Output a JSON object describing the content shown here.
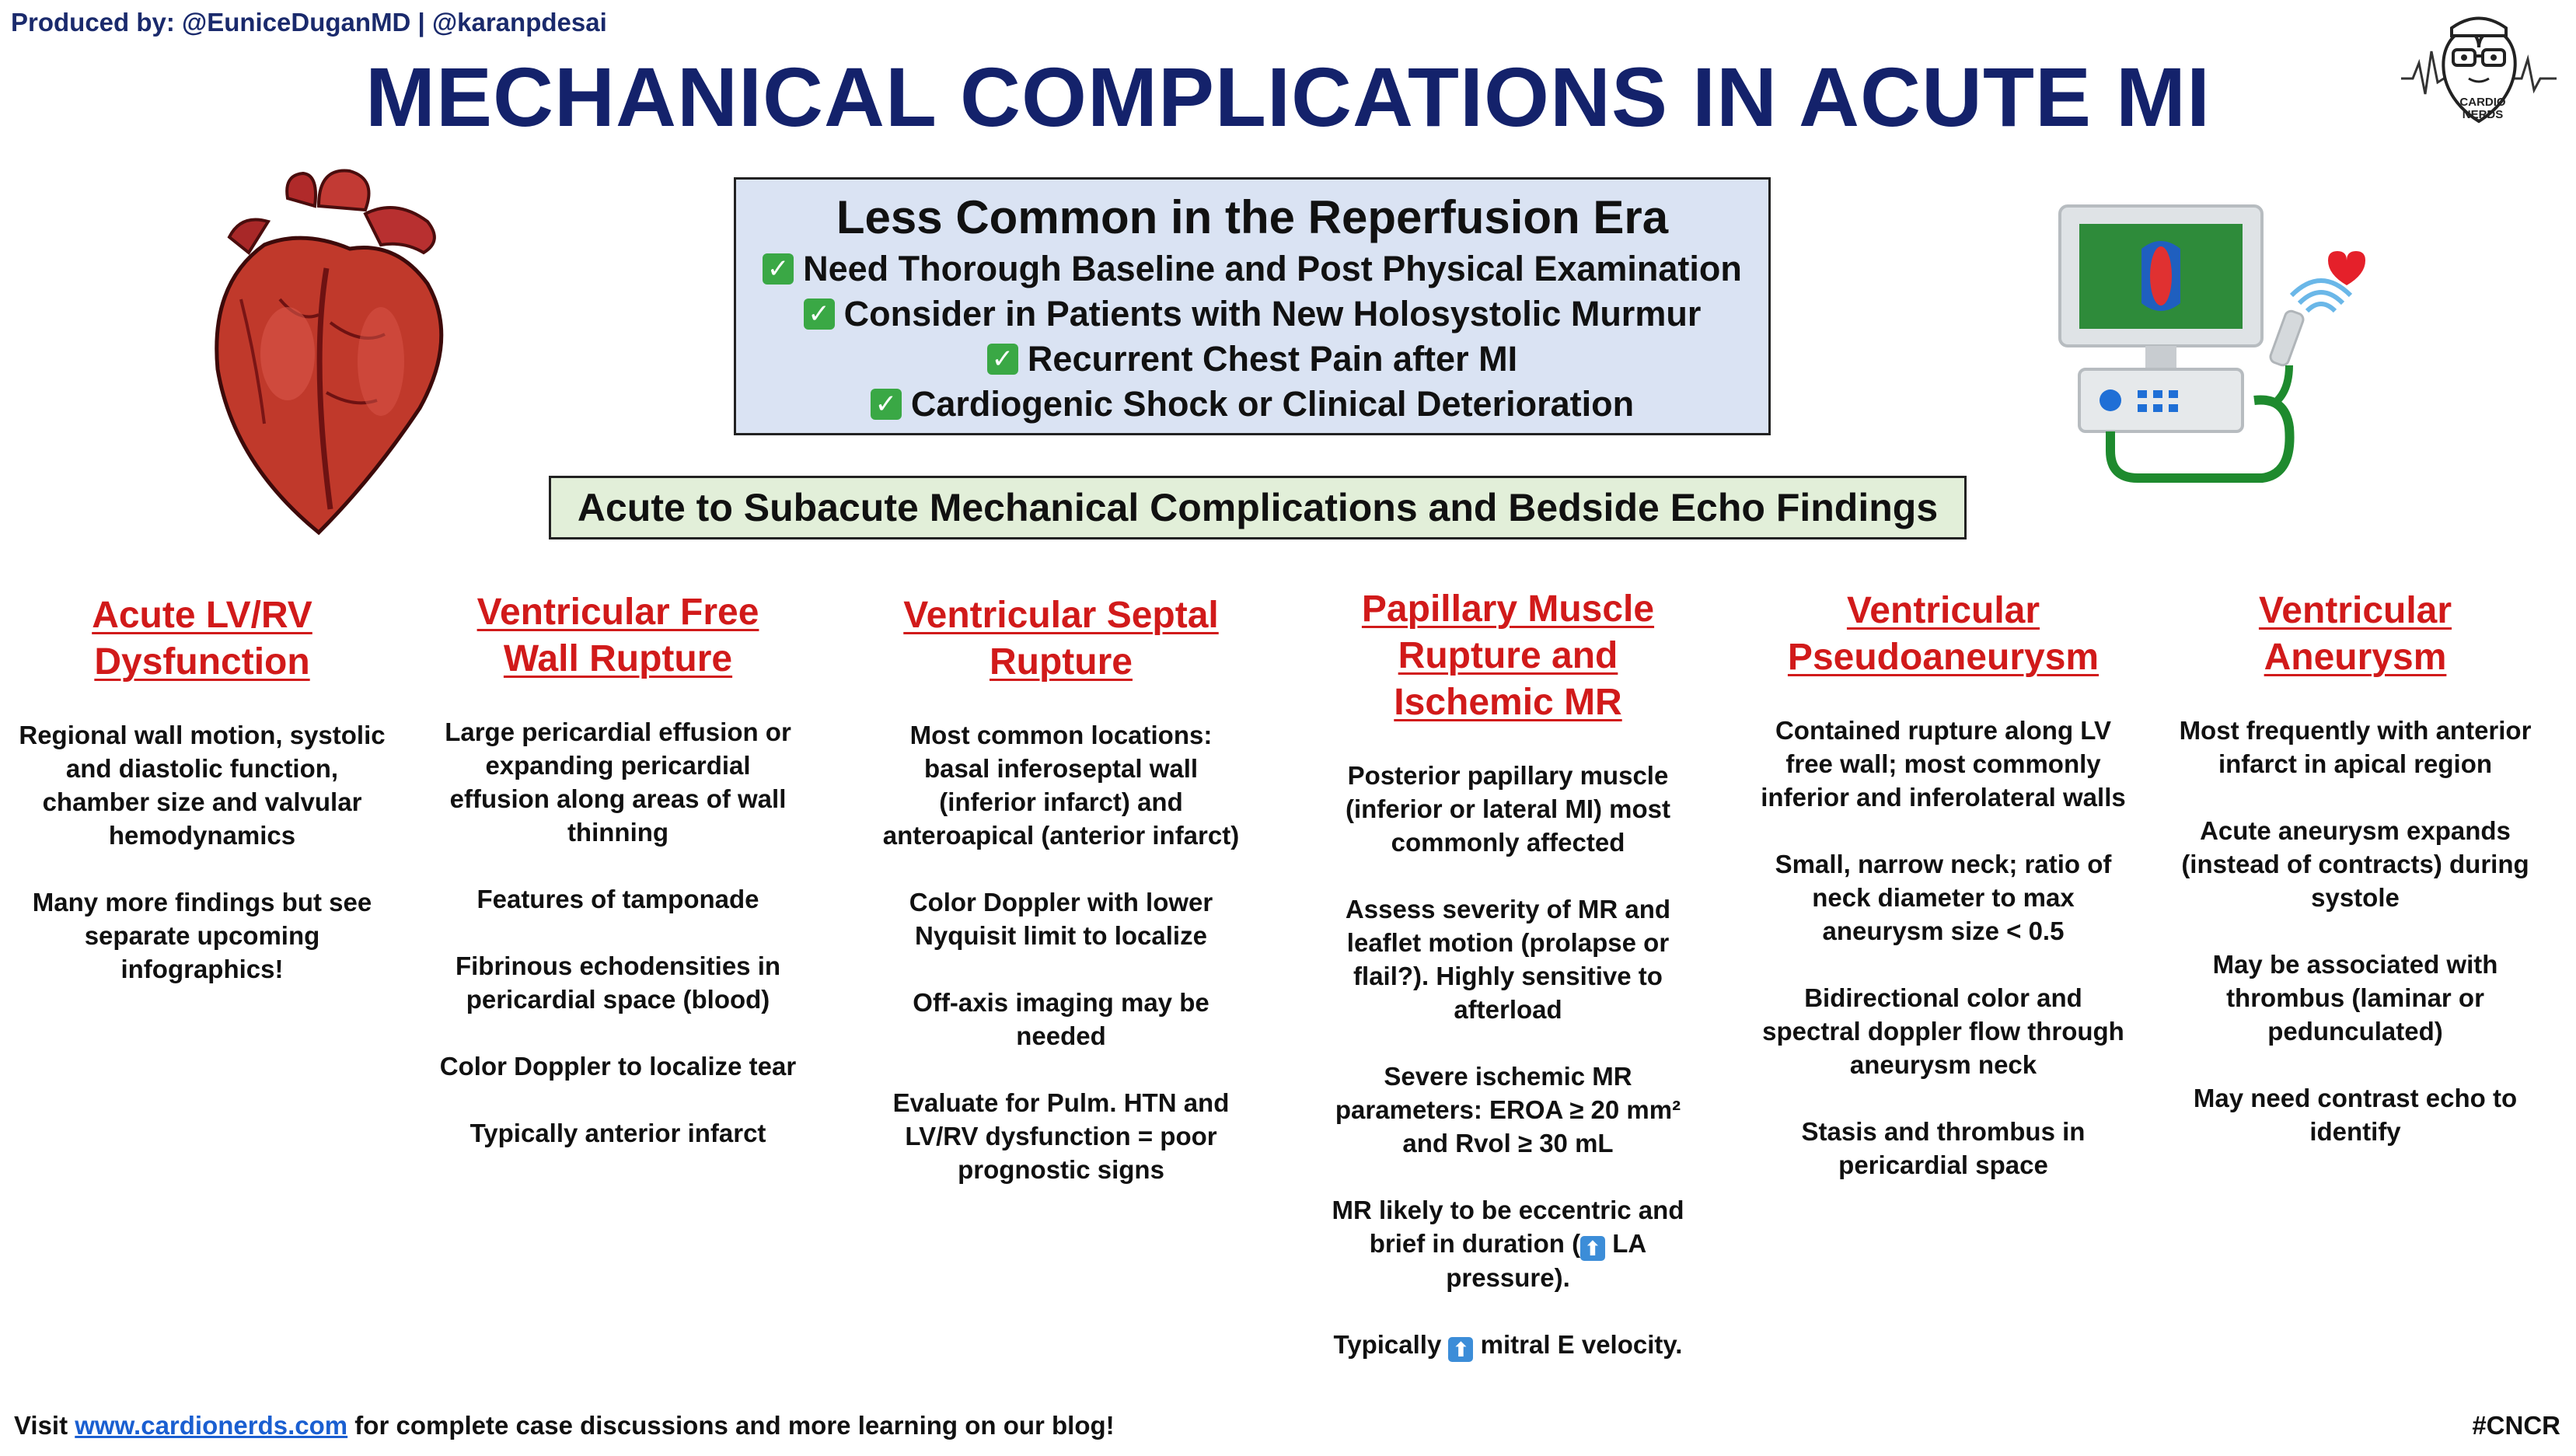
{
  "credit": "Produced by: @EuniceDuganMD  | @karanpdesai",
  "title": "MECHANICAL COMPLICATIONS IN ACUTE MI",
  "logo_text": "CARDIO NERDS",
  "key_box": {
    "title": "Less Common in the Reperfusion Era",
    "items": [
      "Need Thorough Baseline and Post Physical Examination",
      "Consider in Patients with New Holosystolic Murmur",
      "Recurrent Chest Pain after MI",
      "Cardiogenic Shock or Clinical Deterioration"
    ],
    "check_icon": "check-mark-icon"
  },
  "subheading": "Acute to Subacute Mechanical Complications and Bedside Echo Findings",
  "columns": [
    {
      "heading_lines": [
        "Acute LV/RV",
        "Dysfunction"
      ],
      "paragraphs": [
        "Regional wall motion, systolic and diastolic function, chamber size and valvular hemodynamics",
        "Many more findings but see separate upcoming infographics!"
      ]
    },
    {
      "heading_lines": [
        "Ventricular Free",
        "Wall Rupture"
      ],
      "paragraphs": [
        "Large pericardial effusion or expanding pericardial effusion along areas of wall thinning",
        "Features of tamponade",
        "Fibrinous echodensities in pericardial space (blood)",
        "Color Doppler to localize tear",
        "Typically anterior infarct"
      ]
    },
    {
      "heading_lines": [
        "Ventricular Septal",
        "Rupture"
      ],
      "paragraphs": [
        "Most common locations: basal inferoseptal wall (inferior infarct) and anteroapical (anterior infarct)",
        "Color Doppler with lower Nyquisit limit to localize",
        "Off-axis imaging may be needed",
        "Evaluate for Pulm. HTN and LV/RV dysfunction = poor prognostic signs"
      ]
    },
    {
      "heading_lines": [
        "Papillary Muscle",
        "Rupture and",
        "Ischemic MR"
      ],
      "paragraphs": [
        "Posterior papillary muscle (inferior or lateral MI) most commonly affected",
        "Assess severity of MR and leaflet motion (prolapse or flail?). Highly sensitive to afterload",
        "Severe ischemic MR parameters: EROA ≥ 20 mm² and Rvol ≥ 30 mL"
      ],
      "arrow_para1": {
        "before": "MR likely to be eccentric and brief in duration (",
        "after": " LA pressure)."
      },
      "arrow_para2": {
        "before": "Typically ",
        "after": " mitral E velocity."
      },
      "arrow_icon": "up-arrow-icon"
    },
    {
      "heading_lines": [
        "Ventricular",
        "Pseudoaneurysm"
      ],
      "paragraphs": [
        "Contained rupture along LV free wall; most commonly inferior and inferolateral walls",
        "Small, narrow neck; ratio of neck diameter to max aneurysm size < 0.5",
        "Bidirectional color and spectral doppler flow through aneurysm neck",
        "Stasis and thrombus in pericardial space"
      ]
    },
    {
      "heading_lines": [
        "Ventricular",
        "Aneurysm"
      ],
      "paragraphs": [
        "Most frequently with anterior infarct in apical region",
        "Acute aneurysm expands (instead of contracts) during systole",
        "May be associated with thrombus (laminar or pedunculated)",
        "May need contrast echo to identify"
      ]
    }
  ],
  "footer": {
    "prefix": "Visit ",
    "link": "www.cardionerds.com",
    "suffix": " for complete case discussions and more learning on our blog!"
  },
  "hashtag": "#CNCR",
  "colors": {
    "title": "#14226b",
    "heading_red": "#d11a1a",
    "key_box_bg": "#dae3f3",
    "subheading_bg": "#e2efd9",
    "link": "#1a5fd1"
  }
}
